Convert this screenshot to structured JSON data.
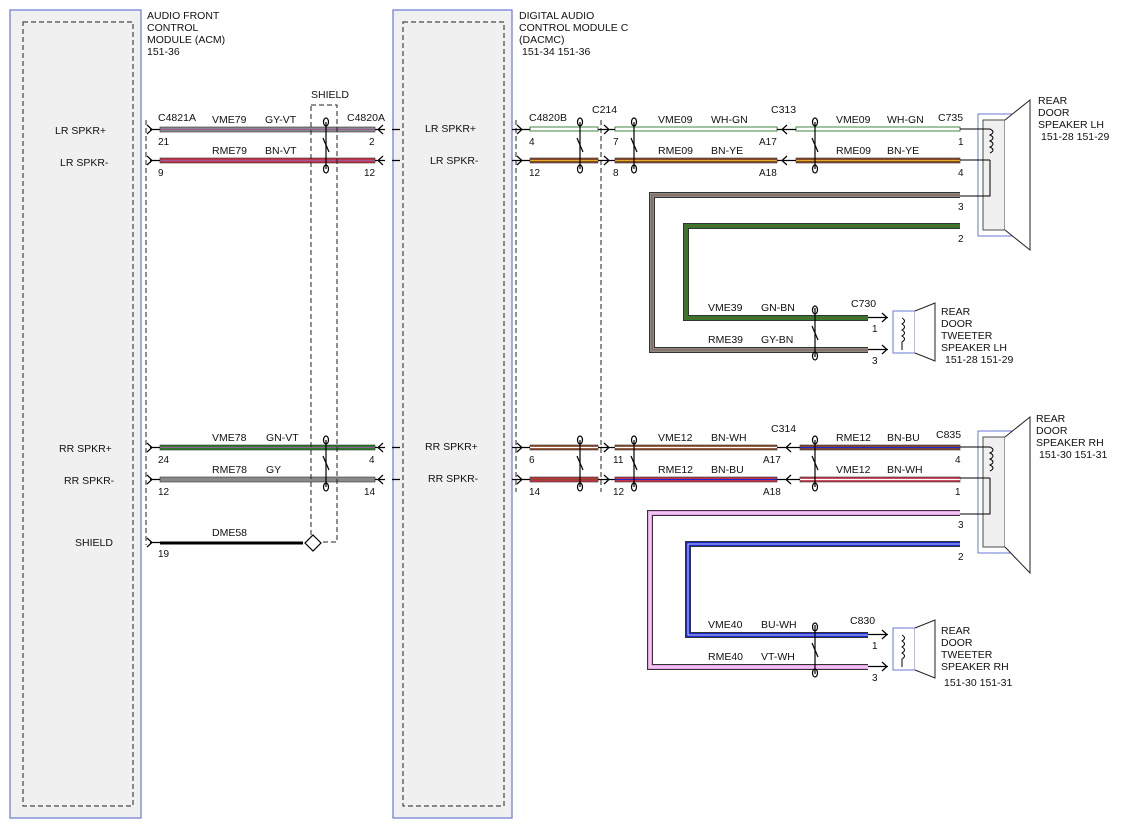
{
  "modules": {
    "acm": {
      "title1": "AUDIO FRONT",
      "title2": "CONTROL",
      "title3": "MODULE (ACM)",
      "ref": "151-36"
    },
    "dacmc": {
      "title1": "DIGITAL AUDIO",
      "title2": "CONTROL MODULE C",
      "title3": "(DACMC)",
      "ref": "151-34  151-36"
    }
  },
  "acm_signals": {
    "lr_pos": "LR SPKR+",
    "lr_neg": "LR SPKR-",
    "rr_pos": "RR SPKR+",
    "rr_neg": "RR SPKR-",
    "shield": "SHIELD"
  },
  "dacmc_signals": {
    "lr_pos": "LR SPKR+",
    "lr_neg": "LR SPKR-",
    "rr_pos": "RR SPKR+",
    "rr_neg": "RR SPKR-"
  },
  "connectors": {
    "c4821a": "C4821A",
    "c4820a": "C4820A",
    "c4820b": "C4820B",
    "c214": "C214",
    "c313": "C313",
    "c314": "C314",
    "c735": "C735",
    "c730": "C730",
    "c835": "C835",
    "c830": "C830"
  },
  "shield_label": "SHIELD",
  "wires": {
    "vme79": {
      "circuit": "VME79",
      "color": "GY-VT"
    },
    "rme79": {
      "circuit": "RME79",
      "color": "BN-VT"
    },
    "vme78": {
      "circuit": "VME78",
      "color": "GN-VT"
    },
    "rme78": {
      "circuit": "RME78",
      "color": "GY"
    },
    "dme58": {
      "circuit": "DME58"
    },
    "vme09": {
      "circuit": "VME09",
      "color": "WH-GN"
    },
    "rme09": {
      "circuit": "RME09",
      "color": "BN-YE"
    },
    "vme09b": {
      "circuit": "VME09",
      "color": "WH-GN"
    },
    "rme09b": {
      "circuit": "RME09",
      "color": "BN-YE"
    },
    "vme39": {
      "circuit": "VME39",
      "color": "GN-BN"
    },
    "rme39": {
      "circuit": "RME39",
      "color": "GY-BN"
    },
    "vme12": {
      "circuit": "VME12",
      "color": "BN-WH"
    },
    "rme12": {
      "circuit": "RME12",
      "color": "BN-BU"
    },
    "rme12b": {
      "circuit": "RME12",
      "color": "BN-BU"
    },
    "vme12b": {
      "circuit": "VME12",
      "color": "BN-WH"
    },
    "vme40": {
      "circuit": "VME40",
      "color": "BU-WH"
    },
    "rme40": {
      "circuit": "RME40",
      "color": "VT-WH"
    }
  },
  "pins": {
    "acm_lrp": "21",
    "acm_lrn": "9",
    "acm_rrp": "24",
    "acm_rrn": "12",
    "acm_sh": "19",
    "dac_in_lrp": "2",
    "dac_in_lrn": "12",
    "dac_in_rrp": "4",
    "dac_in_rrn": "14",
    "dac_out_lrp": "4",
    "dac_out_lrn": "12",
    "dac_out_rrp": "6",
    "dac_out_rrn": "14",
    "c214_lrp": "7",
    "c214_lrn": "8",
    "c214_rrp": "11",
    "c214_rrn": "12",
    "c313_a": "A17",
    "c313_b": "A18",
    "c314_a": "A17",
    "c314_b": "A18",
    "spk_lh_1": "1",
    "spk_lh_4": "4",
    "spk_lh_3": "3",
    "spk_lh_2": "2",
    "spk_rh_4": "4",
    "spk_rh_1": "1",
    "spk_rh_3": "3",
    "spk_rh_2": "2",
    "tw_lh_1": "1",
    "tw_lh_3": "3",
    "tw_rh_1": "1",
    "tw_rh_3": "3"
  },
  "components": {
    "rear_lh": {
      "l1": "REAR",
      "l2": "DOOR",
      "l3": "SPEAKER LH",
      "ref": "151-28  151-29"
    },
    "tweet_lh": {
      "l1": "REAR",
      "l2": "DOOR",
      "l3": "TWEETER",
      "l4": "SPEAKER LH",
      "ref": "151-28  151-29"
    },
    "rear_rh": {
      "l1": "REAR",
      "l2": "DOOR",
      "l3": "SPEAKER RH",
      "ref": "151-30  151-31"
    },
    "tweet_rh": {
      "l1": "REAR",
      "l2": "DOOR",
      "l3": "TWEETER",
      "l4": "SPEAKER RH",
      "ref": "151-30  151-31"
    }
  },
  "wire_colors": {
    "gray": "#8a8a8a",
    "violet": "#9a5a9a",
    "brown": "#8a4a2a",
    "red": "#c0354a",
    "green": "#2e7d2e",
    "white": "#ffffff",
    "yellow": "#e0b020",
    "blue": "#1a2ad0",
    "pink": "#e8a0e8",
    "black": "#000000",
    "module_border": "#6a78d8",
    "module_fill": "#f0f0f0"
  }
}
